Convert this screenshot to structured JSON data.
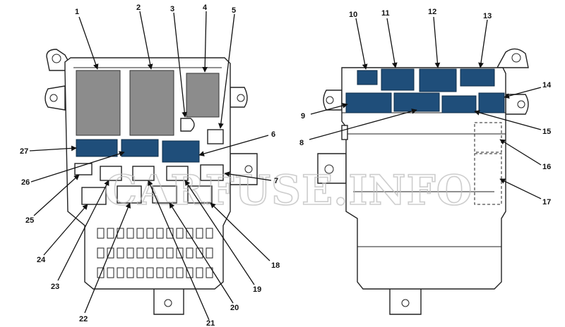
{
  "watermark": "CARFUSE.INFO",
  "colors": {
    "relay_gray": "#8c8c8c",
    "fuse_blue": "#1f4e7a",
    "outline": "#222222",
    "background": "#ffffff"
  },
  "callouts": [
    "1",
    "2",
    "3",
    "4",
    "5",
    "6",
    "7",
    "8",
    "9",
    "10",
    "11",
    "12",
    "13",
    "14",
    "15",
    "16",
    "17",
    "18",
    "19",
    "20",
    "21",
    "22",
    "23",
    "24",
    "25",
    "26",
    "27"
  ]
}
